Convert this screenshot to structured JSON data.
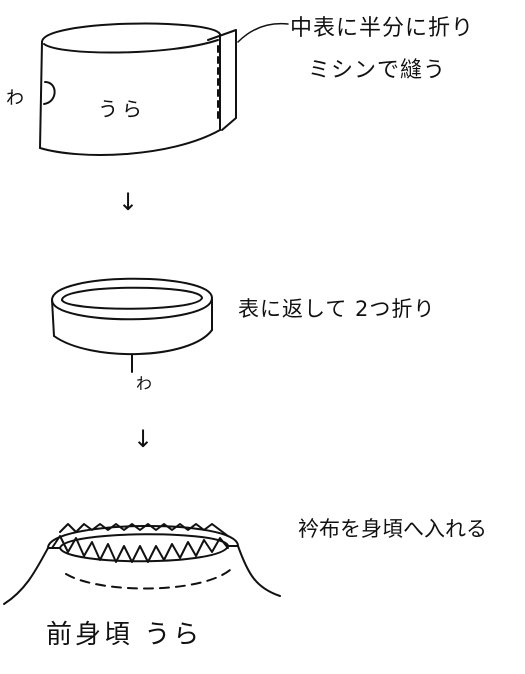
{
  "step1": {
    "note_line1": "中表に半分に折り",
    "note_line2": "ミシンで縫う",
    "fold_label": "わ",
    "inside_label": "うら"
  },
  "arrow_glyph": "↓",
  "step2": {
    "note": "表に返して 2つ折り",
    "fold_label": "わ"
  },
  "step3": {
    "note": "衿布を身頃へ入れる"
  },
  "caption": "前身頃 うら"
}
